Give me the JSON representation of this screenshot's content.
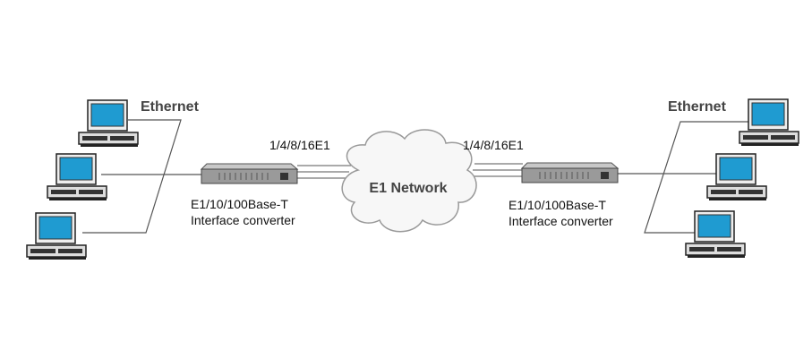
{
  "left": {
    "ethernet_label": "Ethernet",
    "link_label": "1/4/8/16E1",
    "converter_label_1": "E1/10/100Base-T",
    "converter_label_2": "Interface converter"
  },
  "right": {
    "ethernet_label": "Ethernet",
    "link_label": "1/4/8/16E1",
    "converter_label_1": "E1/10/100Base-T",
    "converter_label_2": "Interface converter"
  },
  "cloud_label": "E1 Network",
  "colors": {
    "screen": "#1f9bd1",
    "device": "#8a8a8a",
    "line": "#555555"
  }
}
